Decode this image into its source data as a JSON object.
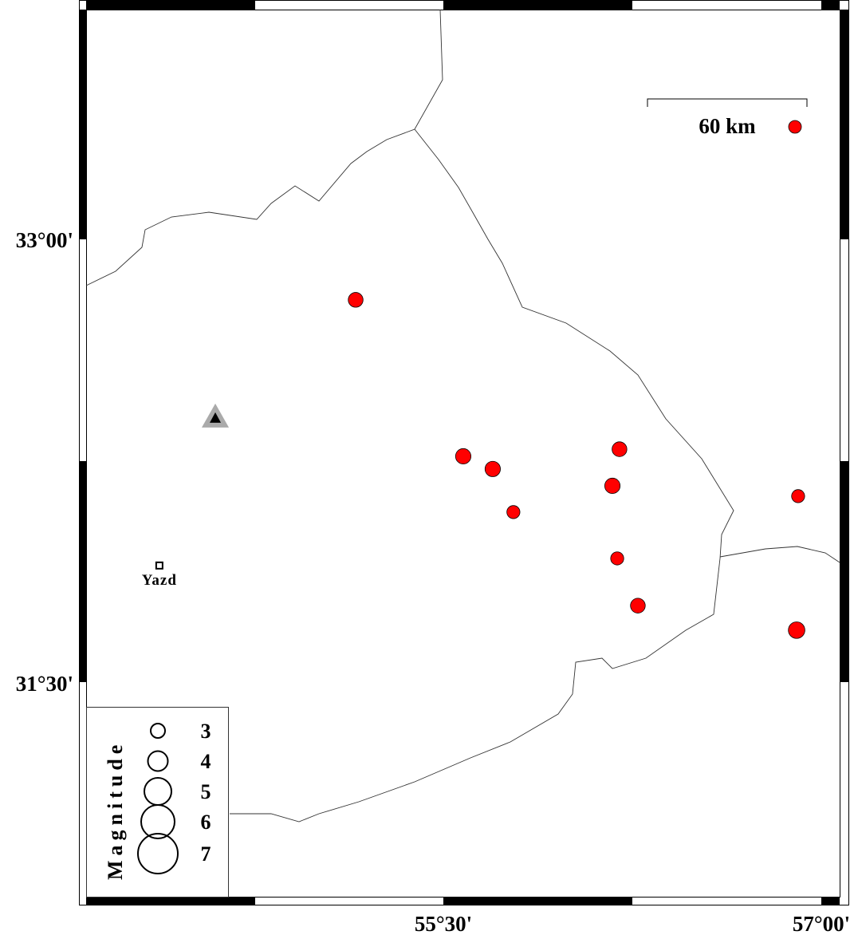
{
  "map": {
    "axis_labels": {
      "lat_top": "33°00'",
      "lat_bottom": "31°30'",
      "lon_left": "55°30'",
      "lon_right": "57°00'"
    },
    "scale_bar": {
      "label": "60 km"
    },
    "city": {
      "name": "Yazd",
      "lon": 54.373,
      "lat": 31.895
    },
    "station": {
      "icon": "triangle-icon",
      "lon": 54.595,
      "lat": 32.395
    },
    "legend": {
      "title": "Magnitude",
      "items": [
        {
          "mag": 3,
          "label": "3"
        },
        {
          "mag": 4,
          "label": "4"
        },
        {
          "mag": 5,
          "label": "5"
        },
        {
          "mag": 6,
          "label": "6"
        },
        {
          "mag": 7,
          "label": "7"
        }
      ]
    },
    "events": [
      {
        "lon": 55.152,
        "lat": 32.795,
        "mag": 2.8
      },
      {
        "lon": 55.579,
        "lat": 32.265,
        "mag": 2.9
      },
      {
        "lon": 55.696,
        "lat": 32.222,
        "mag": 2.9
      },
      {
        "lon": 55.778,
        "lat": 32.076,
        "mag": 2.5
      },
      {
        "lon": 56.199,
        "lat": 32.289,
        "mag": 2.8
      },
      {
        "lon": 56.171,
        "lat": 32.165,
        "mag": 2.9
      },
      {
        "lon": 56.908,
        "lat": 32.13,
        "mag": 2.5
      },
      {
        "lon": 56.19,
        "lat": 31.919,
        "mag": 2.5
      },
      {
        "lon": 56.272,
        "lat": 31.759,
        "mag": 2.8
      },
      {
        "lon": 56.902,
        "lat": 31.676,
        "mag": 3.1
      }
    ],
    "colors": {
      "event": "#ff0000",
      "station": "#000000",
      "station_halo": "#aaaaaa"
    }
  }
}
